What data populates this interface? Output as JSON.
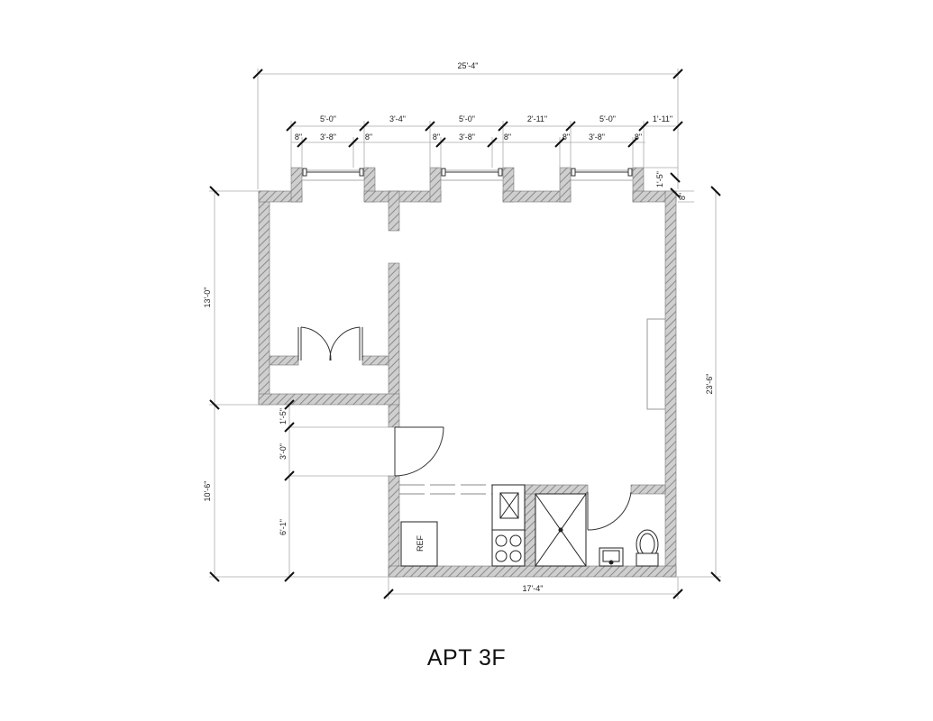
{
  "title": "APT 3F",
  "dimensions": {
    "overall_width": "25'-4\"",
    "top_segments_outer": [
      "5'-0\"",
      "3'-4\"",
      "5'-0\"",
      "2'-11\"",
      "5'-0\"",
      "1'-11\""
    ],
    "top_segments_inner": [
      "8\"",
      "3'-8\"",
      "8\"",
      "8\"",
      "3'-8\"",
      "8\"",
      "8\"",
      "3'-8\"",
      "8\""
    ],
    "right_bump_height": "1'-5\"",
    "right_step": "8\"",
    "left_upper": "13'-0\"",
    "left_lower": "10'-6\"",
    "entry_upper": "1'-5\"",
    "entry_door": "3'-0\"",
    "entry_lower": "6'-1\"",
    "right_overall": "23'-6\"",
    "bottom_width": "17'-4\""
  },
  "fixtures": {
    "refrigerator_label": "REF"
  },
  "colors": {
    "wall_fill": "#c8c8c8",
    "wall_hatch": "#8a8a8a",
    "line": "#333333",
    "dim_line": "#999999"
  }
}
